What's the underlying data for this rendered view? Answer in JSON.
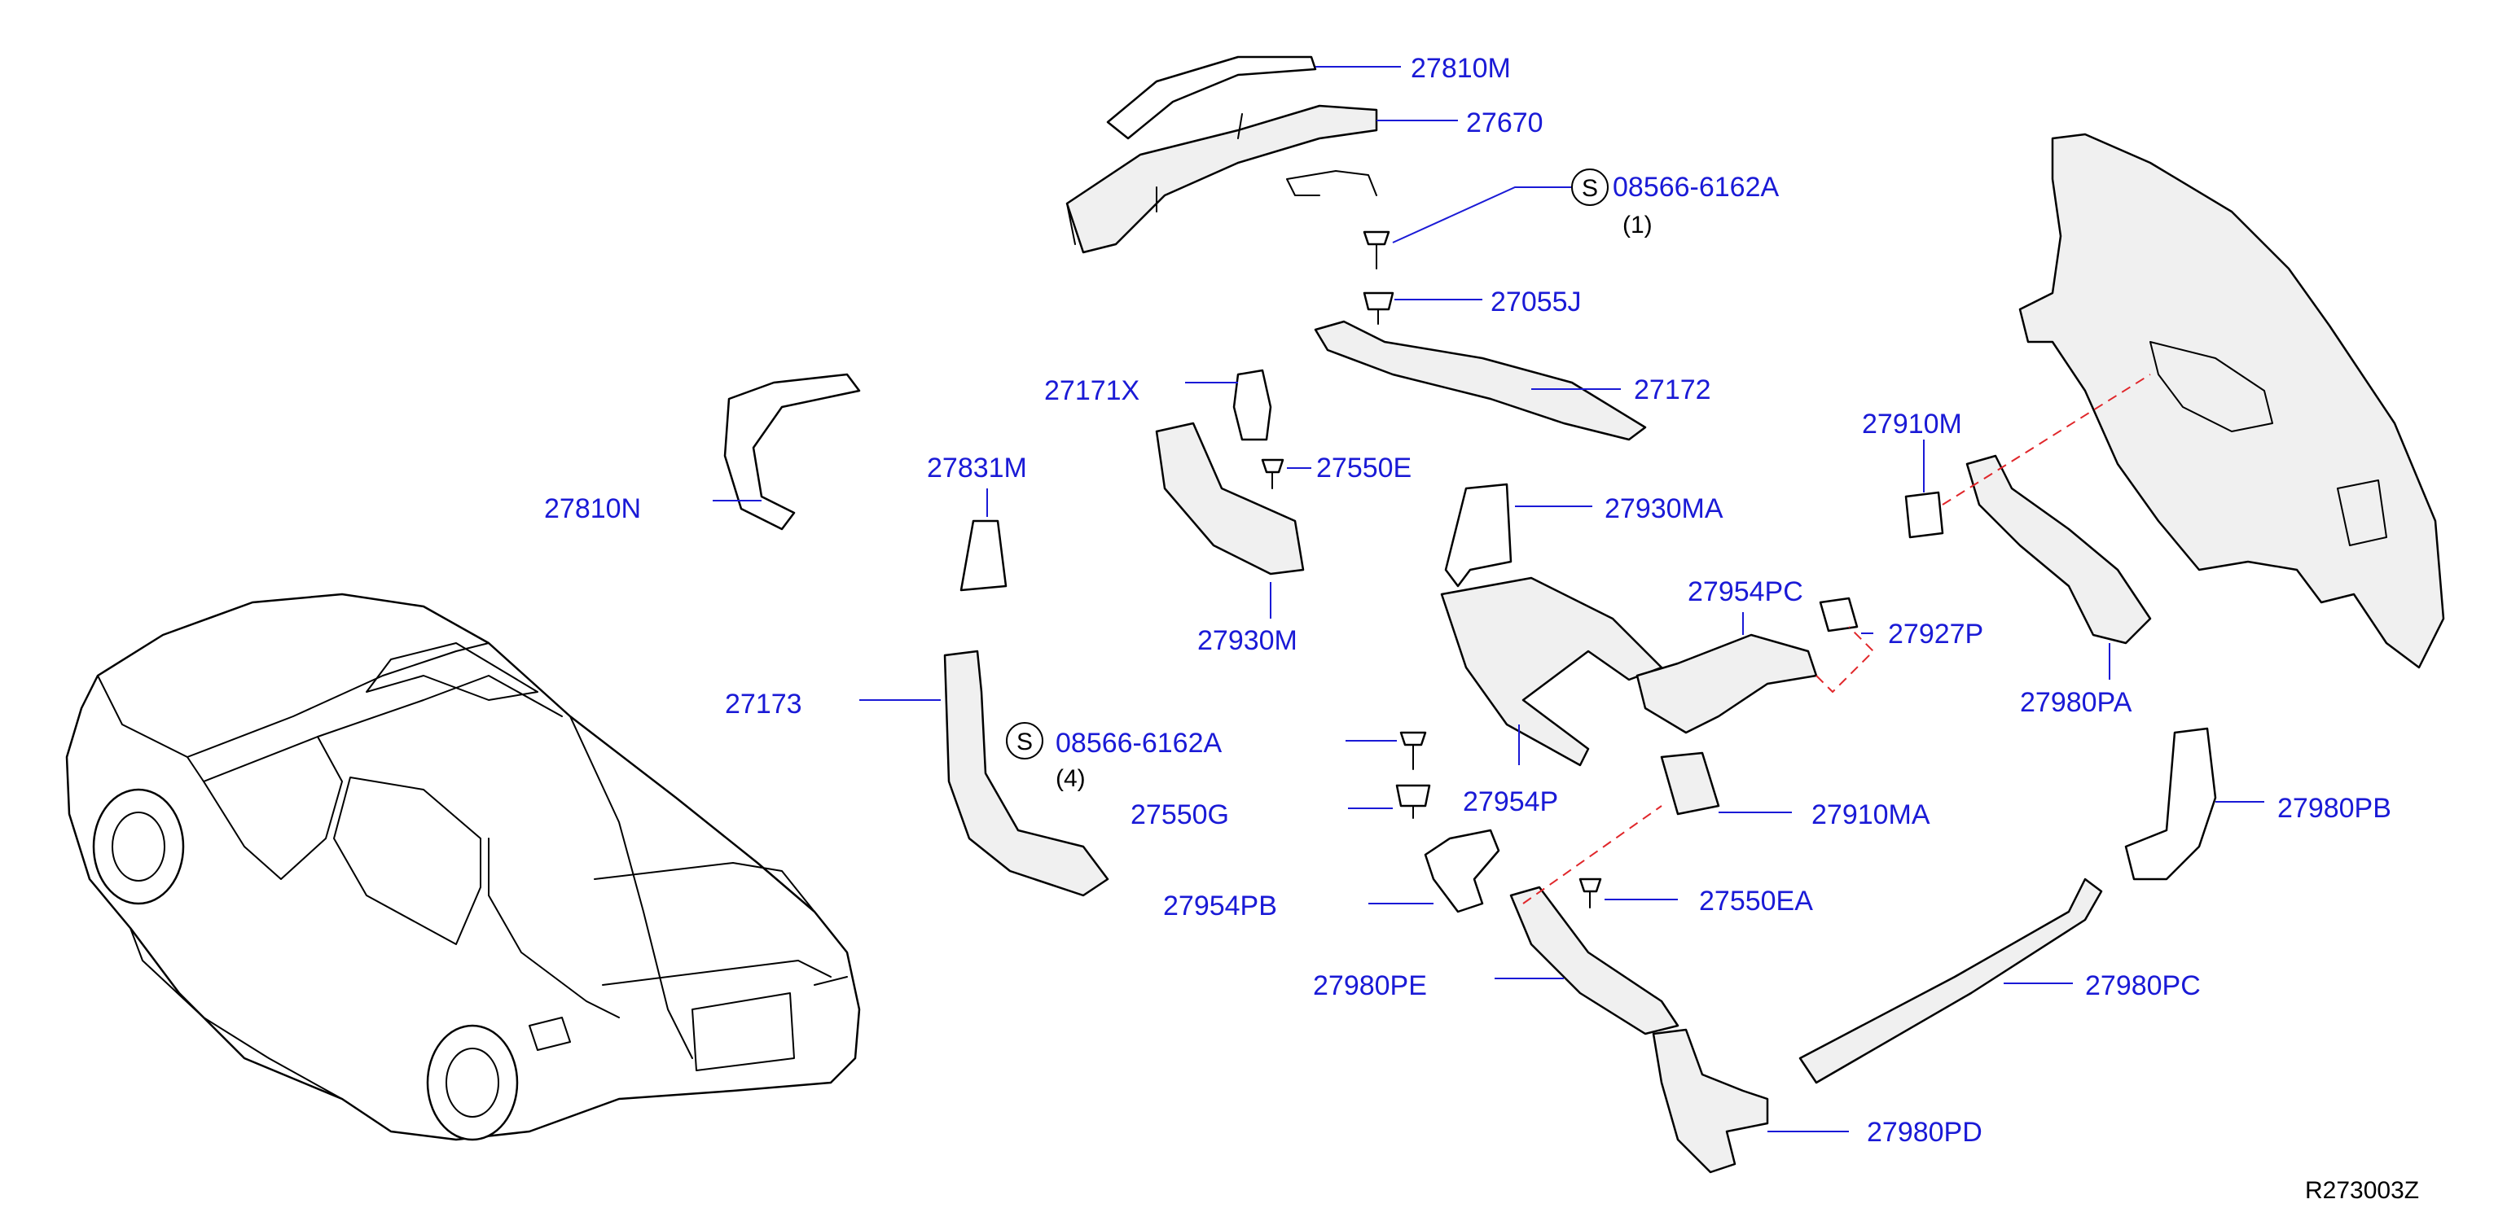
{
  "diagram": {
    "part_labels": [
      {
        "id": "p27810M",
        "text": "27810M"
      },
      {
        "id": "p27670",
        "text": "27670"
      },
      {
        "id": "p08566a",
        "text": "08566-6162A",
        "qty": "(1)"
      },
      {
        "id": "p27055J",
        "text": "27055J"
      },
      {
        "id": "p27171X",
        "text": "27171X"
      },
      {
        "id": "p27172",
        "text": "27172"
      },
      {
        "id": "p27550E",
        "text": "27550E"
      },
      {
        "id": "p27831M",
        "text": "27831M"
      },
      {
        "id": "p27810N",
        "text": "27810N"
      },
      {
        "id": "p27930MA",
        "text": "27930MA"
      },
      {
        "id": "p27930M",
        "text": "27930M"
      },
      {
        "id": "p27910M",
        "text": "27910M"
      },
      {
        "id": "p27954PC",
        "text": "27954PC"
      },
      {
        "id": "p27927P",
        "text": "27927P"
      },
      {
        "id": "p27980PA",
        "text": "27980PA"
      },
      {
        "id": "p27173",
        "text": "27173"
      },
      {
        "id": "p08566b",
        "text": "08566-6162A",
        "qty": "(4)"
      },
      {
        "id": "p27954P",
        "text": "27954P"
      },
      {
        "id": "p27910MA",
        "text": "27910MA"
      },
      {
        "id": "p27980PB",
        "text": "27980PB"
      },
      {
        "id": "p27550G",
        "text": "27550G"
      },
      {
        "id": "p27954PB",
        "text": "27954PB"
      },
      {
        "id": "p27550EA",
        "text": "27550EA"
      },
      {
        "id": "p27980PE",
        "text": "27980PE"
      },
      {
        "id": "p27980PC",
        "text": "27980PC"
      },
      {
        "id": "p27980PD",
        "text": "27980PD"
      }
    ],
    "screw_symbol": "S",
    "drawing_code": "R273003Z",
    "colors": {
      "label": "#1a1ad6",
      "leader": "#1a1ad6",
      "dashed_line": "#e0262a",
      "outline": "#000000",
      "background": "#ffffff"
    }
  }
}
